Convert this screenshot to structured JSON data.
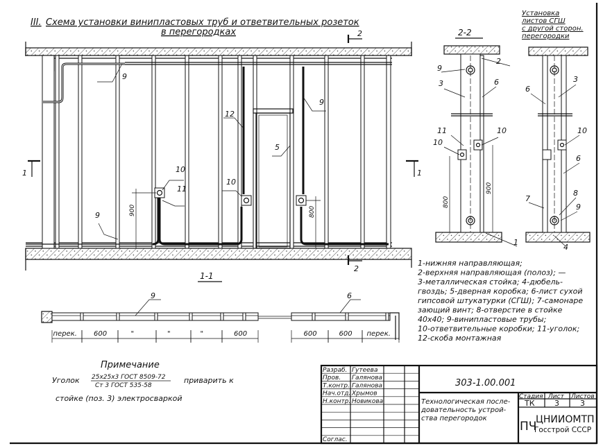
{
  "title": {
    "roman": "III.",
    "line1": "Схема установки винипластовых труб и ответвительных розеток",
    "line2": "в перегородках"
  },
  "elevation": {
    "section_mark_1": "1",
    "section_mark_2": "2",
    "labels": {
      "pipe_top": "9",
      "pipe_bottom": "9",
      "pipe_right": "9",
      "bracket": "12",
      "door_frame": "5",
      "box_left": "10",
      "box_mid": "10",
      "corner": "11"
    },
    "dims": {
      "left": "900",
      "right": "800"
    }
  },
  "section_1_1": {
    "title": "1-1",
    "labels": {
      "pipe": "9",
      "sheet": "6"
    },
    "dims": [
      "перек.",
      "600",
      "\"",
      "\"",
      "\"",
      "600",
      "600",
      "600",
      "перек."
    ]
  },
  "section_2_2": {
    "title": "2-2",
    "labels": [
      "9",
      "2",
      "3",
      "6",
      "11",
      "10",
      "10",
      "1"
    ],
    "dims": {
      "left": "800",
      "right": "900"
    }
  },
  "section_other_side": {
    "title_lines": [
      "Установка",
      "листов СГШ",
      "с другой сторон.",
      "перегородки"
    ],
    "labels": [
      "6",
      "3",
      "10",
      "6",
      "7",
      "8",
      "9",
      "4"
    ]
  },
  "legend": [
    "1-нижняя направляющая;",
    "2-верхняя направляющая (полоз); —",
    "3-металлическая стойка; 4-дюбель-",
    "гвоздь; 5-дверная коробка; 6-лист сухой",
    "гипсовой штукатурки (СГШ); 7-самонаре",
    "зающий винт; 8-отверстие в стойке",
    "40х40; 9-винипластовые трубы;",
    "10-ответвительные коробки; 11-уголок;",
    "12-скоба монтажная"
  ],
  "note": {
    "heading": "Примечание",
    "prefix": "Уголок",
    "numerator": "25х25х3 ГОСТ 8509-72",
    "denominator": "Ст 3 ГОСТ 535-58",
    "suffix": "приварить к",
    "line2": "стойке (поз. 3) электросваркой"
  },
  "title_block": {
    "roles": [
      {
        "role": "Разраб.",
        "name": "Гутеева"
      },
      {
        "role": "Пров.",
        "name": "Галянова"
      },
      {
        "role": "Т.контр.",
        "name": "Галянова"
      },
      {
        "role": "Нач.отд.",
        "name": "Хрымов"
      },
      {
        "role": "Н.контр.",
        "name": "Новикова"
      }
    ],
    "agreed": "Соглас.",
    "doc_code": "303-1.00.001",
    "description": [
      "Технологическая после-",
      "довательность устрой-",
      "ства перегородок"
    ],
    "stage_header": "Стадия",
    "sheet_header": "Лист",
    "sheets_header": "Листов",
    "stage": "ТК",
    "sheet": "3",
    "sheets": "3",
    "org_prefix": "ПЧ",
    "org_line1": "ЦНИИОМТП",
    "org_line2": "Госстрой СССР"
  }
}
